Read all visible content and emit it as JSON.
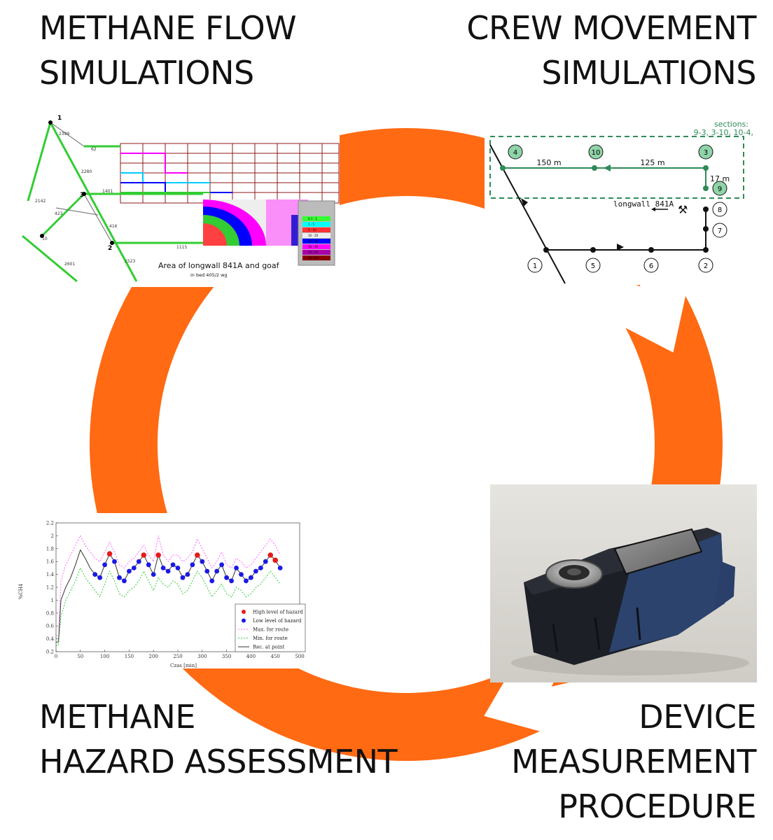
{
  "labels": {
    "methane_flow": [
      "METHANE FLOW",
      "SIMULATIONS"
    ],
    "crew_movement": [
      "CREW MOVEMENT",
      "SIMULATIONS"
    ],
    "device_measurement": [
      "DEVICE",
      "MEASUREMENT",
      "PROCEDURE"
    ],
    "hazard_assessment": [
      "METHANE",
      "HAZARD ASSESSMENT"
    ]
  },
  "colors": {
    "arrow": "#FF6A13",
    "route": "#2E8B57",
    "network": "#33CC33"
  },
  "flow_panel": {
    "title": "Area of longwall 841A and goaf",
    "subtitle": "in bed  405/2 wg",
    "node_labels": [
      "1",
      "2",
      "3"
    ],
    "branch_labels": [
      "2399",
      "62",
      "2280",
      "1401",
      "2142",
      "423",
      "10",
      "416",
      "1115",
      "2601",
      "1523"
    ],
    "legend_rows": [
      "0.1 - 1",
      "1 - 5",
      "5 - 10",
      "10 - 20",
      "20 - 30",
      "30 - 40",
      "40 - 50",
      "50 - 60"
    ]
  },
  "crew_panel": {
    "sections_title": "sections:",
    "sections_list": "9-3, 3-10, 10-4,",
    "dist_150": "150 m",
    "dist_125": "125 m",
    "dist_17": "17 m",
    "longwall": "longwall 841A",
    "pick_icon": "⚒",
    "nodes": [
      "4",
      "10",
      "3",
      "9",
      "8",
      "7",
      "1",
      "5",
      "6",
      "2"
    ]
  },
  "device_panel": {
    "icon": "methane-detector-photo"
  },
  "chart_data": {
    "type": "line",
    "title": "",
    "xlabel": "Czas [min]",
    "ylabel": "%CH4",
    "xlim": [
      0,
      500
    ],
    "ylim": [
      0.2,
      2.2
    ],
    "x_ticks": [
      "0",
      "50",
      "100",
      "150",
      "200",
      "250",
      "300",
      "350",
      "400",
      "450",
      "500"
    ],
    "y_ticks": [
      "0.2",
      "0.4",
      "0.6",
      "0.8",
      "1",
      "1.2",
      "1.4",
      "1.6",
      "1.8",
      "2",
      "2.2"
    ],
    "legend": [
      "High level of hazard",
      "Low level of hazard",
      "Max. for route",
      "Min. for route",
      "Rec. at point"
    ],
    "series": [
      {
        "name": "Rec. at point",
        "x": [
          0,
          5,
          10,
          20,
          30,
          40,
          50,
          60,
          70,
          80,
          90,
          100,
          110,
          120,
          130,
          140,
          150,
          160,
          170,
          180,
          190,
          200,
          210,
          220,
          230,
          240,
          250,
          260,
          270,
          280,
          290,
          300,
          310,
          320,
          330,
          340,
          350,
          360,
          370,
          380,
          390,
          400,
          410,
          420,
          430,
          440,
          450,
          460
        ],
        "y": [
          0.35,
          0.35,
          1.0,
          1.2,
          1.35,
          1.55,
          1.78,
          1.65,
          1.5,
          1.4,
          1.35,
          1.55,
          1.72,
          1.6,
          1.35,
          1.3,
          1.45,
          1.5,
          1.6,
          1.7,
          1.55,
          1.4,
          1.7,
          1.5,
          1.45,
          1.55,
          1.5,
          1.35,
          1.4,
          1.55,
          1.7,
          1.6,
          1.45,
          1.3,
          1.45,
          1.55,
          1.35,
          1.3,
          1.5,
          1.4,
          1.3,
          1.35,
          1.45,
          1.5,
          1.6,
          1.7,
          1.62,
          1.5
        ]
      },
      {
        "name": "Max. for route",
        "x": [
          0,
          5,
          10,
          20,
          30,
          40,
          50,
          60,
          70,
          80,
          90,
          100,
          110,
          120,
          130,
          140,
          150,
          160,
          170,
          180,
          190,
          200,
          210,
          220,
          230,
          240,
          250,
          260,
          270,
          280,
          290,
          300,
          310,
          320,
          330,
          340,
          350,
          360,
          370,
          380,
          390,
          400,
          410,
          420,
          430,
          440,
          450,
          460
        ],
        "y": [
          0.45,
          0.45,
          1.3,
          1.55,
          1.7,
          1.85,
          2.0,
          1.85,
          1.75,
          1.65,
          1.6,
          1.75,
          1.9,
          1.75,
          1.55,
          1.5,
          1.6,
          1.65,
          1.75,
          1.85,
          1.7,
          1.6,
          2.0,
          1.7,
          1.6,
          1.7,
          1.7,
          1.6,
          1.65,
          1.75,
          1.95,
          1.8,
          1.65,
          1.5,
          1.6,
          1.75,
          1.55,
          1.5,
          1.65,
          1.6,
          1.5,
          1.55,
          1.65,
          1.75,
          1.85,
          1.95,
          1.85,
          1.7
        ]
      },
      {
        "name": "Min. for route",
        "x": [
          0,
          5,
          10,
          20,
          30,
          40,
          50,
          60,
          70,
          80,
          90,
          100,
          110,
          120,
          130,
          140,
          150,
          160,
          170,
          180,
          190,
          200,
          210,
          220,
          230,
          240,
          250,
          260,
          270,
          280,
          290,
          300,
          310,
          320,
          330,
          340,
          350,
          360,
          370,
          380,
          390,
          400,
          410,
          420,
          430,
          440,
          450,
          460
        ],
        "y": [
          0.3,
          0.3,
          0.75,
          1.0,
          1.15,
          1.3,
          1.5,
          1.35,
          1.25,
          1.15,
          1.05,
          1.25,
          1.45,
          1.3,
          1.1,
          1.05,
          1.15,
          1.2,
          1.3,
          1.45,
          1.3,
          1.15,
          1.35,
          1.25,
          1.2,
          1.3,
          1.25,
          1.1,
          1.15,
          1.3,
          1.45,
          1.35,
          1.2,
          1.05,
          1.15,
          1.25,
          1.1,
          1.05,
          1.2,
          1.15,
          1.05,
          1.1,
          1.2,
          1.25,
          1.35,
          1.45,
          1.35,
          1.25
        ]
      },
      {
        "name": "Low level of hazard",
        "x": [
          80,
          90,
          100,
          120,
          130,
          140,
          150,
          160,
          170,
          190,
          200,
          220,
          230,
          240,
          250,
          260,
          270,
          280,
          300,
          310,
          320,
          330,
          340,
          350,
          360,
          370,
          380,
          390,
          400,
          410,
          420,
          430,
          460
        ],
        "y": [
          1.4,
          1.35,
          1.55,
          1.6,
          1.35,
          1.3,
          1.45,
          1.5,
          1.6,
          1.55,
          1.4,
          1.5,
          1.45,
          1.55,
          1.5,
          1.35,
          1.4,
          1.55,
          1.6,
          1.45,
          1.3,
          1.45,
          1.55,
          1.35,
          1.3,
          1.5,
          1.4,
          1.3,
          1.35,
          1.45,
          1.5,
          1.6,
          1.5
        ]
      },
      {
        "name": "High level of hazard",
        "x": [
          110,
          180,
          210,
          290,
          440,
          450
        ],
        "y": [
          1.72,
          1.7,
          1.7,
          1.7,
          1.7,
          1.62
        ]
      }
    ]
  }
}
